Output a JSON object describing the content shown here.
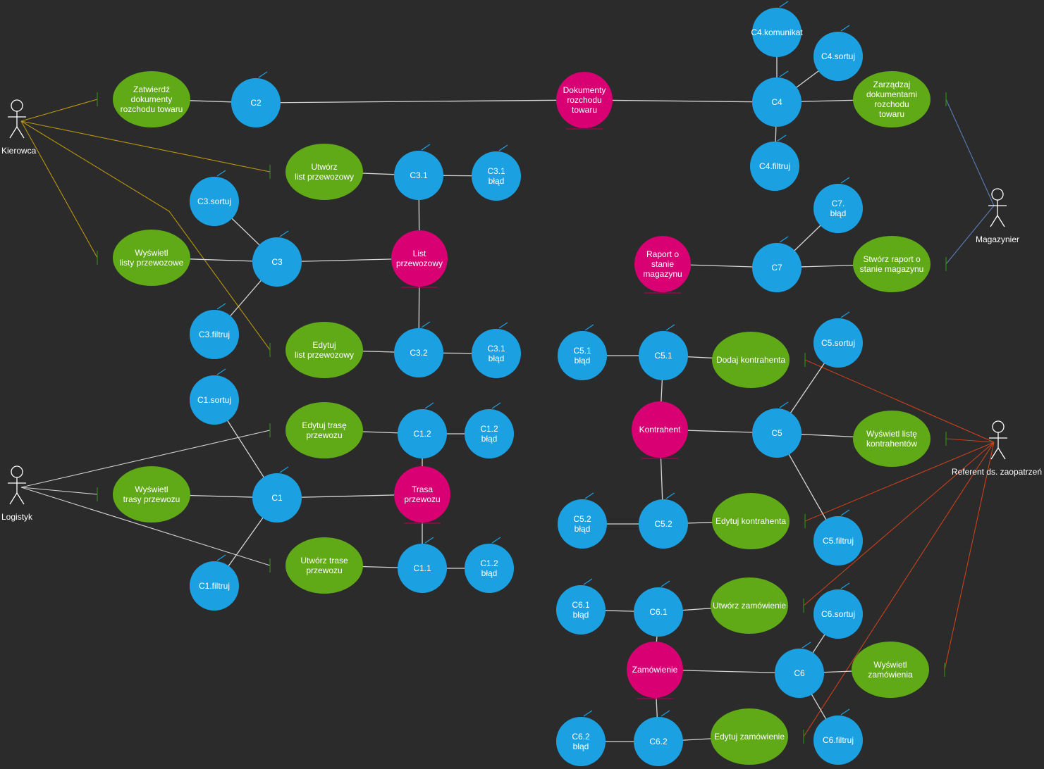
{
  "colors": {
    "background": "#2b2b2b",
    "usecase": "#60a917",
    "entity": "#d80073",
    "entity_underline": "#a8005a",
    "control": "#1ba1e2",
    "tick_green": "#2f8a14",
    "text": "#ffffff",
    "edge": "#d6d6d6",
    "kierowca": "#b8960f",
    "magazynier": "#5b7db8",
    "logistyk": "#d0d0d0",
    "referent": "#c9411b"
  },
  "actors": [
    {
      "id": "kierowca",
      "label": "Kierowca"
    },
    {
      "id": "magazynier",
      "label": "Magazynier"
    },
    {
      "id": "logistyk",
      "label": "Logistyk"
    },
    {
      "id": "referent",
      "label": "Referent ds. zaopatrzeń"
    }
  ],
  "nodes": [
    {
      "id": "uc-zatwierdz",
      "type": "usecase",
      "lines": [
        "Zatwierdź",
        "dokumenty",
        "rozchodu towaru"
      ]
    },
    {
      "id": "uc-utworz-lp",
      "type": "usecase",
      "lines": [
        "Utwórz",
        "list przewozowy"
      ]
    },
    {
      "id": "uc-wyswietl-lp",
      "type": "usecase",
      "lines": [
        "Wyświetl",
        "listy przewozowe"
      ]
    },
    {
      "id": "uc-edytuj-lp",
      "type": "usecase",
      "lines": [
        "Edytuj",
        "list przewozowy"
      ]
    },
    {
      "id": "uc-edytuj-trase",
      "type": "usecase",
      "lines": [
        "Edytuj trasę",
        "przewozu"
      ]
    },
    {
      "id": "uc-wyswietl-trasy",
      "type": "usecase",
      "lines": [
        "Wyświetl",
        "trasy przewozu"
      ]
    },
    {
      "id": "uc-utworz-trase",
      "type": "usecase",
      "lines": [
        "Utwórz trase",
        "przewozu"
      ]
    },
    {
      "id": "uc-zarzadzaj",
      "type": "usecase",
      "lines": [
        "Zarządzaj",
        "dokumentami",
        "rozchodu",
        "towaru"
      ]
    },
    {
      "id": "uc-raport",
      "type": "usecase",
      "lines": [
        "Stwórz raport o",
        "stanie magazynu"
      ]
    },
    {
      "id": "uc-dodaj-k",
      "type": "usecase",
      "lines": [
        "Dodaj kontrahenta"
      ]
    },
    {
      "id": "uc-wyswietl-k",
      "type": "usecase",
      "lines": [
        "Wyświetl listę",
        "kontrahentów"
      ]
    },
    {
      "id": "uc-edytuj-k",
      "type": "usecase",
      "lines": [
        "Edytuj kontrahenta"
      ]
    },
    {
      "id": "uc-utworz-z",
      "type": "usecase",
      "lines": [
        "Utwórz zamówienie"
      ]
    },
    {
      "id": "uc-wyswietl-z",
      "type": "usecase",
      "lines": [
        "Wyświetl",
        "zamówienia"
      ]
    },
    {
      "id": "uc-edytuj-z",
      "type": "usecase",
      "lines": [
        "Edytuj zamówienie"
      ]
    },
    {
      "id": "e-dokumenty",
      "type": "entity",
      "lines": [
        "Dokumenty",
        "rozchodu",
        "towaru"
      ]
    },
    {
      "id": "e-list",
      "type": "entity",
      "lines": [
        "List",
        "przewozowy"
      ]
    },
    {
      "id": "e-trasa",
      "type": "entity",
      "lines": [
        "Trasa",
        "przewozu"
      ]
    },
    {
      "id": "e-raport",
      "type": "entity",
      "lines": [
        "Raport o",
        "stanie",
        "magazynu"
      ]
    },
    {
      "id": "e-kontrahent",
      "type": "entity",
      "lines": [
        "Kontrahent"
      ]
    },
    {
      "id": "e-zamowienie",
      "type": "entity",
      "lines": [
        "Zamówienie"
      ]
    },
    {
      "id": "c2",
      "type": "control",
      "lines": [
        "C2"
      ]
    },
    {
      "id": "c4",
      "type": "control",
      "lines": [
        "C4"
      ]
    },
    {
      "id": "c4-komunikat",
      "type": "control",
      "lines": [
        "C4.komunikat"
      ]
    },
    {
      "id": "c4-sortuj",
      "type": "control",
      "lines": [
        "C4.sortuj"
      ]
    },
    {
      "id": "c4-filtruj",
      "type": "control",
      "lines": [
        "C4.filtruj"
      ]
    },
    {
      "id": "c3-1",
      "type": "control",
      "lines": [
        "C3.1"
      ]
    },
    {
      "id": "c3-1-blad",
      "type": "control",
      "lines": [
        "C3.1",
        "błąd"
      ]
    },
    {
      "id": "c3-sortuj",
      "type": "control",
      "lines": [
        "C3.sortuj"
      ]
    },
    {
      "id": "c3",
      "type": "control",
      "lines": [
        "C3"
      ]
    },
    {
      "id": "c3-filtruj",
      "type": "control",
      "lines": [
        "C3.filtruj"
      ]
    },
    {
      "id": "c3-2",
      "type": "control",
      "lines": [
        "C3.2"
      ]
    },
    {
      "id": "c3-2-blad",
      "type": "control",
      "lines": [
        "C3.1",
        "błąd"
      ]
    },
    {
      "id": "c7-blad",
      "type": "control",
      "lines": [
        "C7.",
        "błąd"
      ]
    },
    {
      "id": "c7",
      "type": "control",
      "lines": [
        "C7"
      ]
    },
    {
      "id": "c5-1-blad",
      "type": "control",
      "lines": [
        "C5.1",
        "błąd"
      ]
    },
    {
      "id": "c5-1",
      "type": "control",
      "lines": [
        "C5.1"
      ]
    },
    {
      "id": "c5-sortuj",
      "type": "control",
      "lines": [
        "C5.sortuj"
      ]
    },
    {
      "id": "c5",
      "type": "control",
      "lines": [
        "C5"
      ]
    },
    {
      "id": "c5-2-blad",
      "type": "control",
      "lines": [
        "C5.2",
        "błąd"
      ]
    },
    {
      "id": "c5-2",
      "type": "control",
      "lines": [
        "C5.2"
      ]
    },
    {
      "id": "c5-filtruj",
      "type": "control",
      "lines": [
        "C5.filtruj"
      ]
    },
    {
      "id": "c1-sortuj",
      "type": "control",
      "lines": [
        "C1.sortuj"
      ]
    },
    {
      "id": "c1-2",
      "type": "control",
      "lines": [
        "C1.2"
      ]
    },
    {
      "id": "c1-2-blad",
      "type": "control",
      "lines": [
        "C1.2",
        "błąd"
      ]
    },
    {
      "id": "c1",
      "type": "control",
      "lines": [
        "C1"
      ]
    },
    {
      "id": "c1-filtruj",
      "type": "control",
      "lines": [
        "C1.filtruj"
      ]
    },
    {
      "id": "c1-1",
      "type": "control",
      "lines": [
        "C1.1"
      ]
    },
    {
      "id": "c1-1-blad",
      "type": "control",
      "lines": [
        "C1.2",
        "błąd"
      ]
    },
    {
      "id": "c6-1-blad",
      "type": "control",
      "lines": [
        "C6.1",
        "błąd"
      ]
    },
    {
      "id": "c6-1",
      "type": "control",
      "lines": [
        "C6.1"
      ]
    },
    {
      "id": "c6-sortuj",
      "type": "control",
      "lines": [
        "C6.sortuj"
      ]
    },
    {
      "id": "c6",
      "type": "control",
      "lines": [
        "C6"
      ]
    },
    {
      "id": "c6-2-blad",
      "type": "control",
      "lines": [
        "C6.2",
        "błąd"
      ]
    },
    {
      "id": "c6-2",
      "type": "control",
      "lines": [
        "C6.2"
      ]
    },
    {
      "id": "c6-filtruj",
      "type": "control",
      "lines": [
        "C6.filtruj"
      ]
    }
  ],
  "edges": [
    [
      "uc-zatwierdz",
      "c2"
    ],
    [
      "c2",
      "e-dokumenty"
    ],
    [
      "e-dokumenty",
      "c4"
    ],
    [
      "c4",
      "c4-komunikat"
    ],
    [
      "c4",
      "c4-sortuj"
    ],
    [
      "c4",
      "c4-filtruj"
    ],
    [
      "c4",
      "uc-zarzadzaj"
    ],
    [
      "uc-utworz-lp",
      "c3-1"
    ],
    [
      "c3-1",
      "c3-1-blad"
    ],
    [
      "c3-1",
      "e-list"
    ],
    [
      "e-list",
      "c3"
    ],
    [
      "c3",
      "c3-sortuj"
    ],
    [
      "c3",
      "c3-filtruj"
    ],
    [
      "c3",
      "uc-wyswietl-lp"
    ],
    [
      "e-list",
      "c3-2"
    ],
    [
      "c3-2",
      "uc-edytuj-lp"
    ],
    [
      "c3-2",
      "c3-2-blad"
    ],
    [
      "e-raport",
      "c7"
    ],
    [
      "c7",
      "c7-blad"
    ],
    [
      "c7",
      "uc-raport"
    ],
    [
      "c5-1-blad",
      "c5-1"
    ],
    [
      "c5-1",
      "uc-dodaj-k"
    ],
    [
      "c5-1",
      "e-kontrahent"
    ],
    [
      "e-kontrahent",
      "c5-2"
    ],
    [
      "c5-2",
      "c5-2-blad"
    ],
    [
      "c5-2",
      "uc-edytuj-k"
    ],
    [
      "e-kontrahent",
      "c5"
    ],
    [
      "c5",
      "c5-sortuj"
    ],
    [
      "c5",
      "c5-filtruj"
    ],
    [
      "c5",
      "uc-wyswietl-k"
    ],
    [
      "c1",
      "c1-sortuj"
    ],
    [
      "c1",
      "c1-filtruj"
    ],
    [
      "c1",
      "uc-wyswietl-trasy"
    ],
    [
      "c1",
      "e-trasa"
    ],
    [
      "e-trasa",
      "c1-2"
    ],
    [
      "e-trasa",
      "c1-1"
    ],
    [
      "c1-2",
      "uc-edytuj-trase"
    ],
    [
      "c1-2",
      "c1-2-blad"
    ],
    [
      "c1-1",
      "uc-utworz-trase"
    ],
    [
      "c1-1",
      "c1-1-blad"
    ],
    [
      "c6-1-blad",
      "c6-1"
    ],
    [
      "c6-1",
      "uc-utworz-z"
    ],
    [
      "c6-1",
      "e-zamowienie"
    ],
    [
      "e-zamowienie",
      "c6-2"
    ],
    [
      "c6-2",
      "c6-2-blad"
    ],
    [
      "c6-2",
      "uc-edytuj-z"
    ],
    [
      "e-zamowienie",
      "c6"
    ],
    [
      "c6",
      "c6-sortuj"
    ],
    [
      "c6",
      "c6-filtruj"
    ],
    [
      "c6",
      "uc-wyswietl-z"
    ]
  ],
  "associations": [
    {
      "actor": "kierowca",
      "to": [
        "uc-zatwierdz",
        "uc-utworz-lp",
        "uc-wyswietl-lp",
        "uc-edytuj-lp"
      ]
    },
    {
      "actor": "magazynier",
      "to": [
        "uc-zarzadzaj",
        "uc-raport"
      ]
    },
    {
      "actor": "logistyk",
      "to": [
        "uc-edytuj-trase",
        "uc-wyswietl-trasy",
        "uc-utworz-trase"
      ]
    },
    {
      "actor": "referent",
      "to": [
        "uc-dodaj-k",
        "uc-wyswietl-k",
        "uc-edytuj-k",
        "uc-utworz-z",
        "uc-wyswietl-z",
        "uc-edytuj-z"
      ]
    }
  ]
}
